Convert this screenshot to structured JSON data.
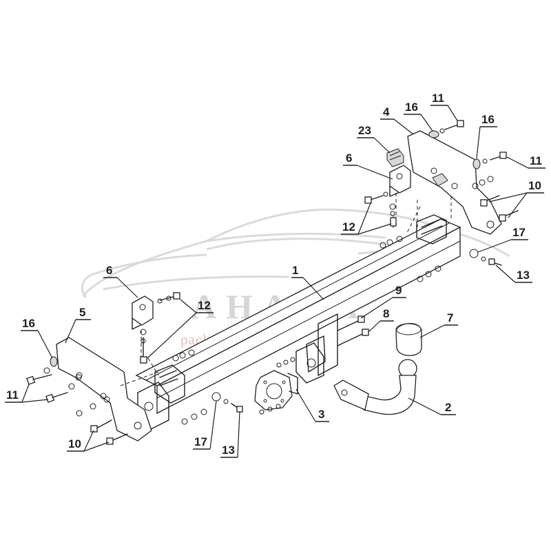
{
  "watermark": {
    "brand": "AHAKA",
    "tagline": "pack and travel",
    "logo": "car-silhouette"
  },
  "callouts": [
    {
      "id": "c1",
      "text": "1"
    },
    {
      "id": "c2",
      "text": "2"
    },
    {
      "id": "c3",
      "text": "3"
    },
    {
      "id": "c4",
      "text": "4"
    },
    {
      "id": "c5",
      "text": "5"
    },
    {
      "id": "c6a",
      "text": "6"
    },
    {
      "id": "c6b",
      "text": "6"
    },
    {
      "id": "c7",
      "text": "7"
    },
    {
      "id": "c8",
      "text": "8"
    },
    {
      "id": "c9",
      "text": "9"
    },
    {
      "id": "c10a",
      "text": "10"
    },
    {
      "id": "c10b",
      "text": "10"
    },
    {
      "id": "c11a",
      "text": "11"
    },
    {
      "id": "c11b",
      "text": "11"
    },
    {
      "id": "c11c",
      "text": "11"
    },
    {
      "id": "c12a",
      "text": "12"
    },
    {
      "id": "c12b",
      "text": "12"
    },
    {
      "id": "c13a",
      "text": "13"
    },
    {
      "id": "c13b",
      "text": "13"
    },
    {
      "id": "c16a",
      "text": "16"
    },
    {
      "id": "c16b",
      "text": "16"
    },
    {
      "id": "c16c",
      "text": "16"
    },
    {
      "id": "c17a",
      "text": "17"
    },
    {
      "id": "c17b",
      "text": "17"
    },
    {
      "id": "c23",
      "text": "23"
    }
  ]
}
